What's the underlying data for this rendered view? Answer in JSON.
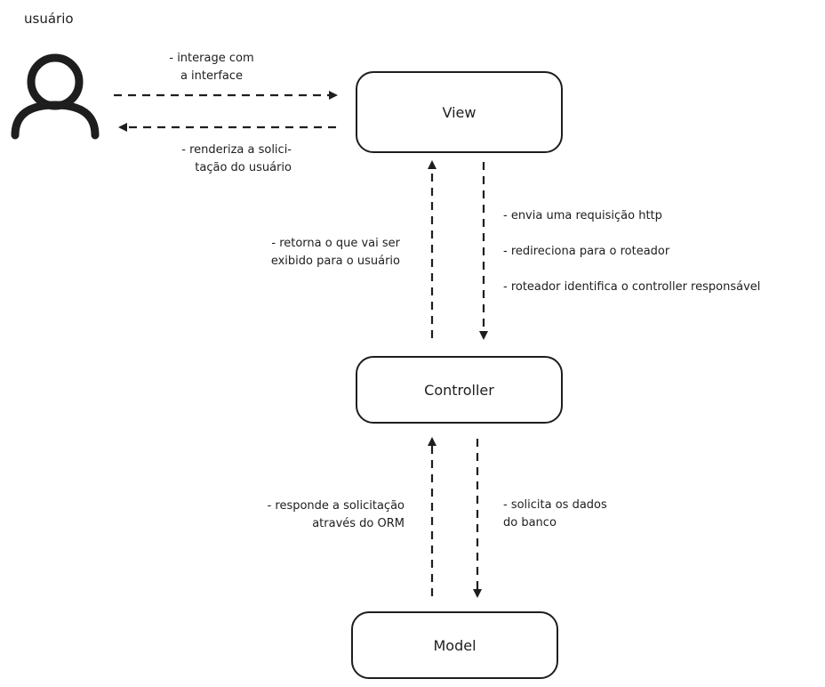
{
  "actor": {
    "label": "usuário",
    "icon": "user-icon"
  },
  "nodes": {
    "view": "View",
    "controller": "Controller",
    "model": "Model"
  },
  "edges": {
    "user_to_view": [
      "- interage com",
      "a interface"
    ],
    "view_to_user": [
      "- renderiza a solici-",
      "tação do usuário"
    ],
    "view_to_controller": [
      "- envia uma requisição http",
      "- redireciona para o roteador",
      "- roteador identifica o controller responsável"
    ],
    "controller_to_view": [
      "- retorna o que vai ser",
      "exibido para o usuário"
    ],
    "controller_to_model": [
      "- solicita os dados",
      "do banco"
    ],
    "model_to_controller": [
      "- responde a solicitação",
      "através do ORM"
    ]
  },
  "colors": {
    "stroke": "#1e1e1e",
    "background": "#ffffff"
  }
}
